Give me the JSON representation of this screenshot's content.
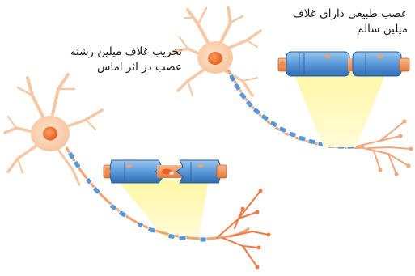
{
  "labels": {
    "healthy": {
      "line1": "عصب طبیعی دارای غلاف",
      "line2": "میلین سالم"
    },
    "damaged": {
      "line1": "تخریب غلاف میلین رشته",
      "line2": "عصب در اثر اماس"
    }
  },
  "colors": {
    "cell_body": "#fbd7b9",
    "nucleus": "#f57a3b",
    "myelin": "#5b97d6",
    "axon": "#f29a63",
    "highlight": "#fff7a8",
    "terminals": "#f4a57a"
  }
}
